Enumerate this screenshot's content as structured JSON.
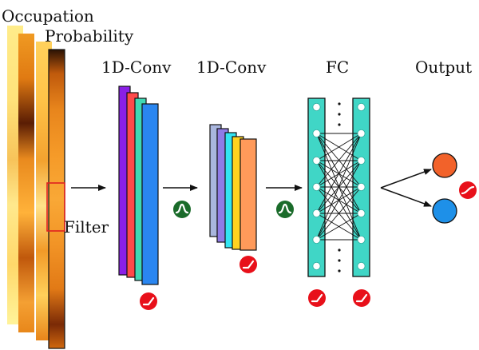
{
  "labels": {
    "occupation": "Occupation",
    "probability": "Probability",
    "filter": "Filter",
    "conv1": "1D-Conv",
    "conv2": "1D-Conv",
    "fc": "FC",
    "output": "Output"
  },
  "colors": {
    "relu_badge": "#e8101a",
    "gaussian_badge": "#1a6b2a",
    "filter_box": "#e02020",
    "fc_layer": "#40d6c6",
    "output_orange": "#f2622a",
    "output_blue": "#1e90e8",
    "conv1_colors": [
      "#8a1fe6",
      "#ff4a4a",
      "#3fd9b4",
      "#2a86f0"
    ],
    "conv2_colors": [
      "#a9b6de",
      "#8f7be6",
      "#33e4f2",
      "#ffd21f",
      "#ff9a5a"
    ]
  },
  "icons": {
    "relu": "relu-activation-icon",
    "gaussian": "gaussian-activation-icon",
    "sigmoid": "sigmoid-activation-icon",
    "arrow": "right-arrow-icon",
    "dots": "vertical-ellipsis-icon"
  }
}
